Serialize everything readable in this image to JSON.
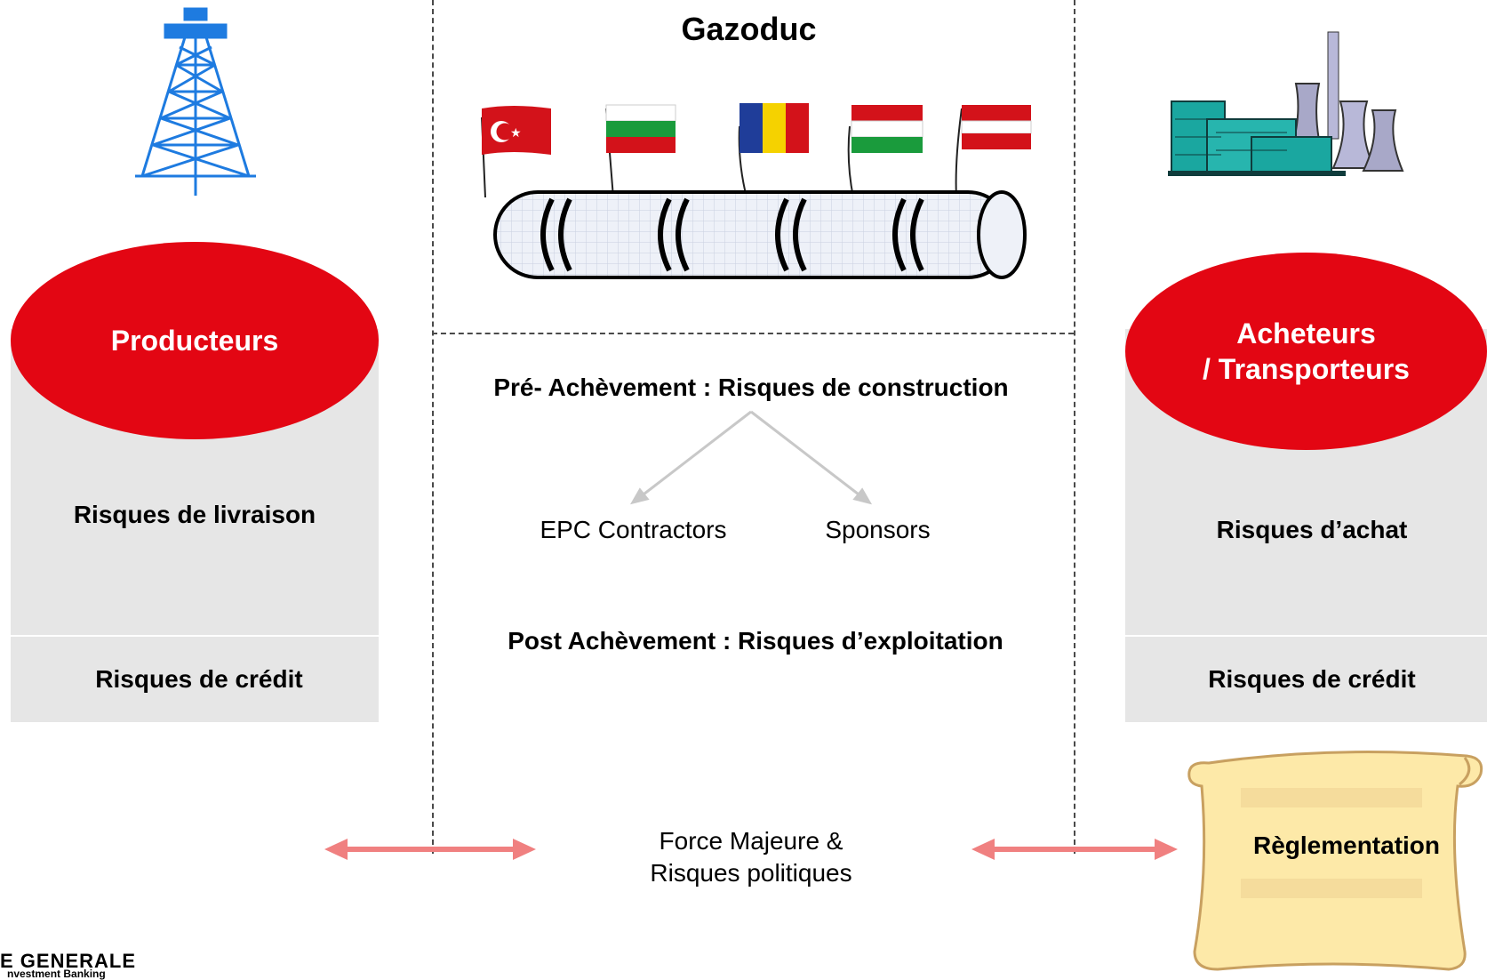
{
  "center": {
    "title": "Gazoduc",
    "pre_completion": "Pré- Achèvement : Risques de construction",
    "epc": "EPC Contractors",
    "sponsors": "Sponsors",
    "post_completion": "Post Achèvement : Risques d’exploitation",
    "force_line1": "Force Majeure &",
    "force_line2": "Risques politiques"
  },
  "left": {
    "ellipse_label": "Producteurs",
    "risk1": "Risques de livraison",
    "risk2": "Risques de crédit"
  },
  "right": {
    "ellipse_line1": "Acheteurs",
    "ellipse_line2": "/ Transporteurs",
    "risk1": "Risques d’achat",
    "risk2": "Risques de crédit",
    "scroll_label": "Règlementation"
  },
  "flags": [
    "turkey-flag",
    "bulgaria-flag",
    "romania-flag",
    "hungary-flag",
    "austria-flag"
  ],
  "logo": {
    "line1": "E GENERALE",
    "line2": "nvestment Banking"
  },
  "colors": {
    "accent_red": "#e30613",
    "box_grey": "#e6e6e6",
    "arrow_pink": "#f08080",
    "tower_blue": "#1e7be0",
    "plant_teal": "#1aa7a0",
    "scroll_tan": "#fde9a8"
  }
}
